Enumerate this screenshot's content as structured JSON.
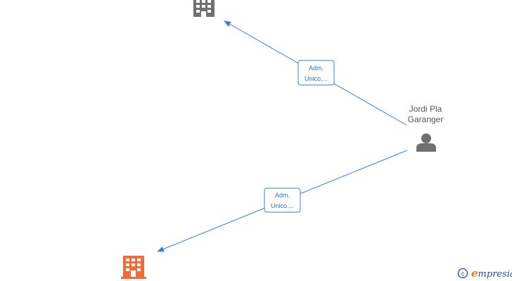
{
  "colors": {
    "edge": "#3d7fd4",
    "label_border": "#3d7fd4",
    "label_text": "#2f6fc0",
    "company_gray": "#707070",
    "company_orange": "#f26b3a",
    "person_gray": "#707070",
    "name_text": "#555555",
    "brand_blue": "#1f4f9a",
    "brand_orange": "#e07a1f"
  },
  "nodes": {
    "company_top": {
      "icon": "building-icon",
      "color": "#707070"
    },
    "company_bottom": {
      "icon": "building-icon",
      "color": "#f26b3a"
    },
    "person": {
      "icon": "person-icon",
      "name_line1": "Jordi Pla",
      "name_line2": "Garanger"
    }
  },
  "edges": [
    {
      "from": "person",
      "to": "company_top",
      "label_line1": "Adm.",
      "label_line2": "Unico,..."
    },
    {
      "from": "person",
      "to": "company_bottom",
      "label_line1": "Adm.",
      "label_line2": "Unico,..."
    }
  ],
  "footer": {
    "copyright_symbol": "©",
    "brand_initial": "e",
    "brand_rest": "mpresia"
  }
}
